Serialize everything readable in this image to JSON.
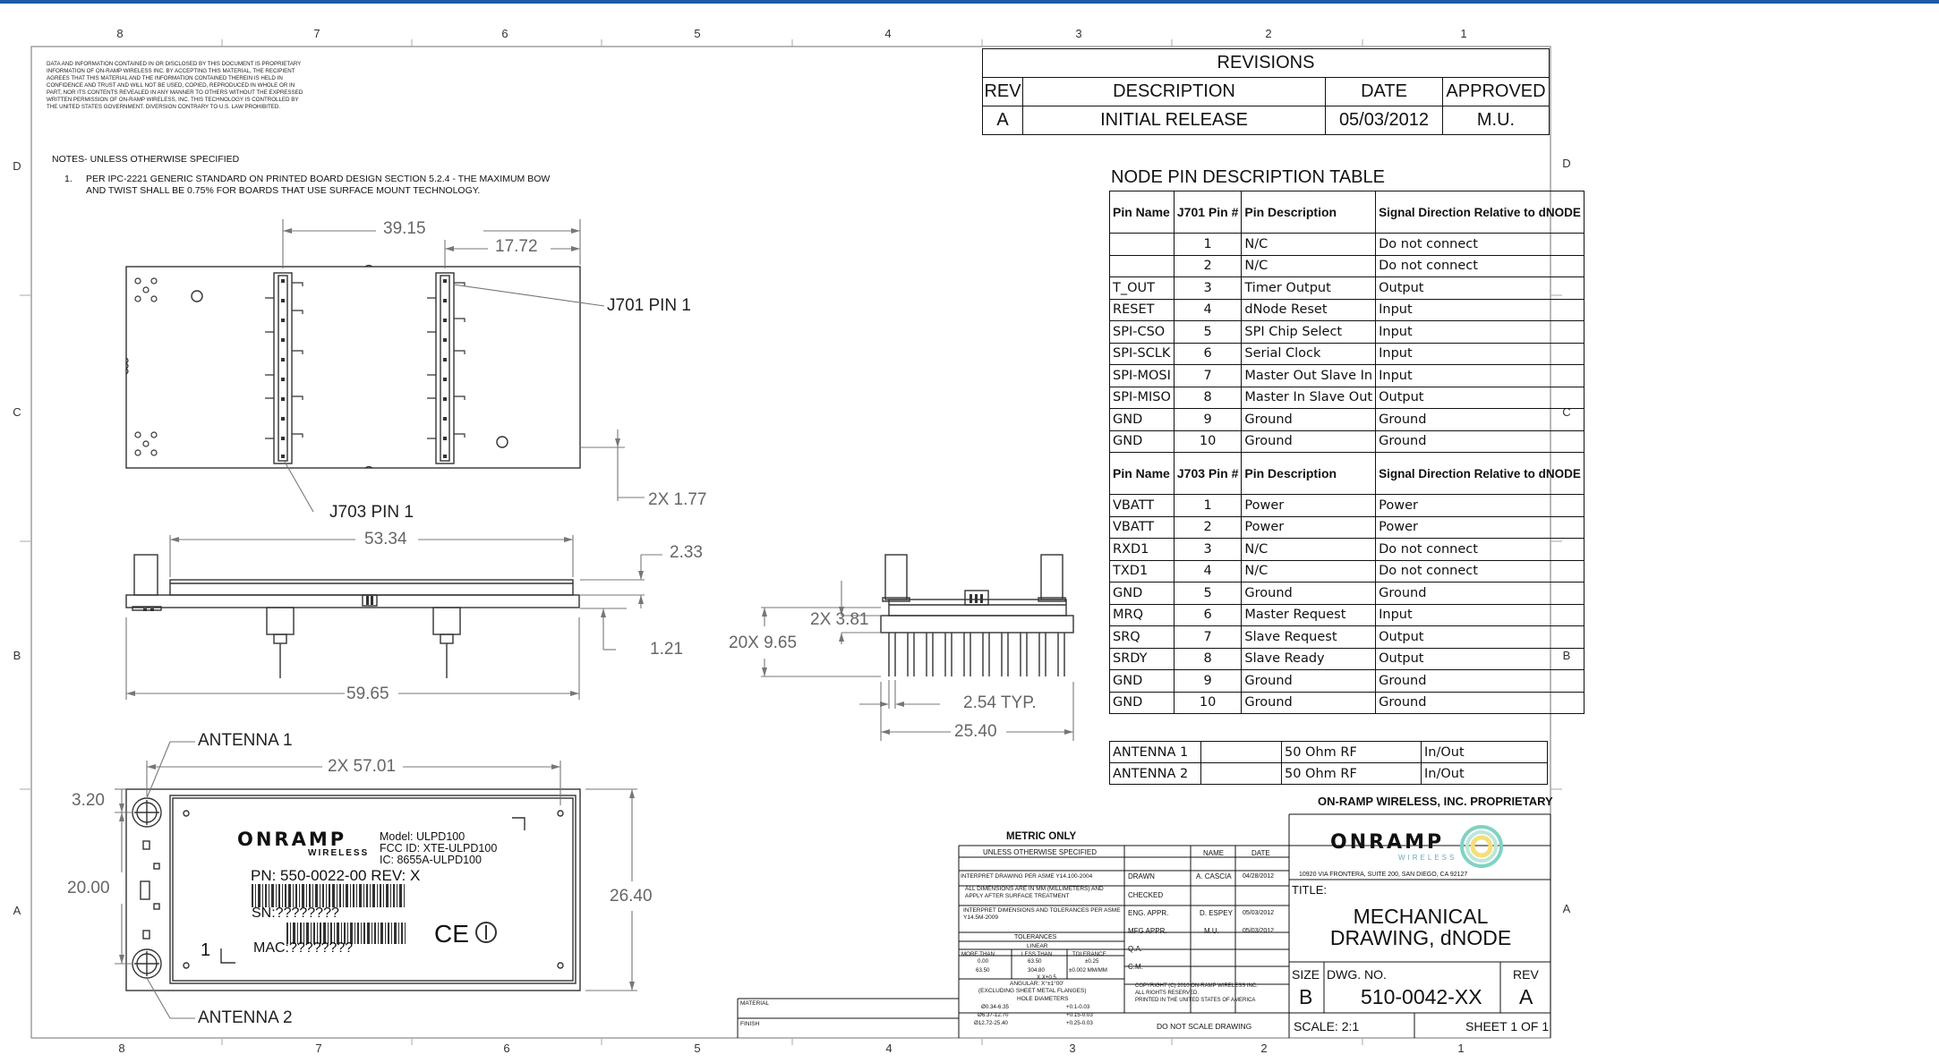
{
  "zones": {
    "top": [
      "8",
      "7",
      "6",
      "5",
      "4",
      "3",
      "2",
      "1"
    ],
    "bottom": [
      "8",
      "7",
      "6",
      "5",
      "4",
      "3",
      "2",
      "1"
    ],
    "left": [
      "D",
      "C",
      "B",
      "A"
    ],
    "right": [
      "D",
      "C",
      "B",
      "A"
    ]
  },
  "disclaimer": "DATA AND INFORMATION CONTAINED IN OR DISCLOSED BY THIS DOCUMENT IS PROPRIETARY INFORMATION OF ON-RAMP WIRELESS INC. BY ACCEPTING THIS MATERIAL, THE RECIPIENT AGREES THAT THIS MATERIAL AND THE INFORMATION CONTAINED THEREIN IS HELD IN CONFIDENCE AND TRUST AND WILL NOT BE USED, COPIED, REPRODUCED IN WHOLE OR IN PART, NOR ITS CONTENTS REVEALED IN ANY MANNER TO OTHERS WITHOUT THE EXPRESSED WRITTEN PERMISSION OF ON-RAMP WIRELESS, INC. THIS TECHNOLOGY IS CONTROLLED BY THE UNITED STATES GOVERNMENT. DIVERSION CONTRARY TO U.S. LAW PROHIBITED.",
  "notes": {
    "heading": "NOTES- UNLESS OTHERWISE SPECIFIED",
    "items": [
      {
        "num": "1.",
        "text": "PER IPC-2221 GENERIC STANDARD ON PRINTED BOARD DESIGN SECTION 5.2.4 - THE MAXIMUM BOW AND TWIST SHALL BE 0.75% FOR BOARDS THAT USE SURFACE MOUNT TECHNOLOGY."
      }
    ]
  },
  "revisions": {
    "title": "REVISIONS",
    "headers": [
      "REV",
      "DESCRIPTION",
      "DATE",
      "APPROVED"
    ],
    "rows": [
      [
        "A",
        "INITIAL RELEASE",
        "05/03/2012",
        "M.U."
      ]
    ]
  },
  "pin_table": {
    "title": "NODE PIN DESCRIPTION TABLE",
    "j701_headers": [
      "Pin Name",
      "J701 Pin #",
      "Pin Description",
      "Signal Direction Relative to dNODE"
    ],
    "j701_rows": [
      [
        "",
        "1",
        "N/C",
        "Do not connect"
      ],
      [
        "",
        "2",
        "N/C",
        "Do not connect"
      ],
      [
        "T_OUT",
        "3",
        "Timer Output",
        "Output"
      ],
      [
        "RESET",
        "4",
        "dNode Reset",
        "Input"
      ],
      [
        "SPI-CSO",
        "5",
        "SPI Chip Select",
        "Input"
      ],
      [
        "SPI-SCLK",
        "6",
        "Serial Clock",
        "Input"
      ],
      [
        "SPI-MOSI",
        "7",
        "Master Out Slave In",
        "Input"
      ],
      [
        "SPI-MISO",
        "8",
        "Master In Slave Out",
        "Output"
      ],
      [
        "GND",
        "9",
        "Ground",
        "Ground"
      ],
      [
        "GND",
        "10",
        "Ground",
        "Ground"
      ]
    ],
    "j703_headers": [
      "Pin Name",
      "J703 Pin #",
      "Pin Description",
      "Signal Direction Relative to dNODE"
    ],
    "j703_rows": [
      [
        "VBATT",
        "1",
        "Power",
        "Power"
      ],
      [
        "VBATT",
        "2",
        "Power",
        "Power"
      ],
      [
        "RXD1",
        "3",
        "N/C",
        "Do not connect"
      ],
      [
        "TXD1",
        "4",
        "N/C",
        "Do not connect"
      ],
      [
        "GND",
        "5",
        "Ground",
        "Ground"
      ],
      [
        "MRQ",
        "6",
        "Master Request",
        "Input"
      ],
      [
        "SRQ",
        "7",
        "Slave Request",
        "Output"
      ],
      [
        "SRDY",
        "8",
        "Slave Ready",
        "Output"
      ],
      [
        "GND",
        "9",
        "Ground",
        "Ground"
      ],
      [
        "GND",
        "10",
        "Ground",
        "Ground"
      ]
    ],
    "antenna_rows": [
      [
        "ANTENNA 1",
        "",
        "50 Ohm RF",
        "In/Out"
      ],
      [
        "ANTENNA 2",
        "",
        "50 Ohm RF",
        "In/Out"
      ]
    ]
  },
  "proprietary": "ON-RAMP WIRELESS, INC. PROPRIETARY",
  "title_block": {
    "metric_only": "METRIC ONLY",
    "unless": "UNLESS OTHERWISE SPECIFIED",
    "name_h": "NAME",
    "date_h": "DATE",
    "lines": [
      "INTERPRET DRAWING PER ASME Y14.100-2004",
      "ALL DIMENSIONS ARE IN MM (MILLIMETERS) AND APPLY AFTER SURFACE TREATMENT",
      "INTERPRET DIMENSIONS AND TOLERANCES PER ASME Y14.5M-2009"
    ],
    "tolerances": "TOLERANCES",
    "linear": "LINEAR",
    "tol_headers": [
      "MORE THAN",
      "LESS THAN",
      "TOLERANCE"
    ],
    "tol_rows": [
      [
        "0.00",
        "63.50",
        "±0.25"
      ],
      [
        "63.50",
        "304.80",
        "±0.002 MM/MM"
      ]
    ],
    "xx": "X.X±0.5",
    "angular": "ANGULAR: X°±1°00'",
    "excluding": "(EXCLUDING SHEET METAL FLANGES)",
    "hole_diameters": "HOLE DIAMETERS",
    "holes": [
      [
        "Ø0.34-6.35",
        "+0.1-0.03"
      ],
      [
        "Ø6.37-12.70",
        "+0.15-0.03"
      ],
      [
        "Ø12.72-25.40",
        "+0.25-0.03"
      ]
    ],
    "material": "MATERIAL",
    "finish": "FINISH",
    "do_not_scale": "DO NOT SCALE DRAWING",
    "copyright": [
      "COPYRIGHT (C) 2010 ON-RAMP WIRELESS INC.",
      "ALL RIGHTS RESERVED.",
      "PRINTED IN THE UNITED STATES OF AMERICA"
    ],
    "roles": [
      {
        "role": "DRAWN",
        "name": "A. CASCIA",
        "date": "04/28/2012"
      },
      {
        "role": "CHECKED",
        "name": "",
        "date": ""
      },
      {
        "role": "ENG. APPR.",
        "name": "D. ESPEY",
        "date": "05/03/2012"
      },
      {
        "role": "MFG APPR.",
        "name": "M.U.",
        "date": "05/03/2012"
      },
      {
        "role": "Q.A.",
        "name": "",
        "date": ""
      },
      {
        "role": "C.M.",
        "name": "",
        "date": ""
      }
    ],
    "company_logo": "ONRAMP",
    "company_sub": "WIRELESS",
    "address": "10920 VIA FRONTERA, SUITE 200, SAN DIEGO, CA 92127",
    "title_label": "TITLE:",
    "title": "MECHANICAL DRAWING, dNODE",
    "size_label": "SIZE",
    "size": "B",
    "dwg_label": "DWG. NO.",
    "dwg_no": "510-0042-XX",
    "rev_label": "REV",
    "rev": "A",
    "scale": "SCALE: 2:1",
    "sheet": "SHEET 1 OF 1"
  },
  "drawing": {
    "dims": {
      "d3915": "39.15",
      "d1772": "17.72",
      "j701": "J701 PIN 1",
      "j703": "J703 PIN 1",
      "d2x177": "2X 1.77",
      "d5334": "53.34",
      "d233": "2.33",
      "d121": "1.21",
      "d5965": "59.65",
      "d2x381": "2X 3.81",
      "d20x965": "20X 9.65",
      "d254": "2.54 TYP.",
      "d2540": "25.40",
      "antenna1": "ANTENNA 1",
      "antenna2": "ANTENNA 2",
      "d2x5701": "2X 57.01",
      "d320": "3.20",
      "d2000": "20.00",
      "d2640": "26.40"
    },
    "label": {
      "logo": "ONRAMP",
      "wireless": "WIRELESS",
      "model": "Model: ULPD100",
      "fcc": "FCC ID: XTE-ULPD100",
      "ic": "IC: 8655A-ULPD100",
      "pn": "PN: 550-0022-00  REV: X",
      "sn": "SN:????????",
      "mac": "MAC:????????",
      "ce": "CE",
      "one": "1"
    }
  }
}
